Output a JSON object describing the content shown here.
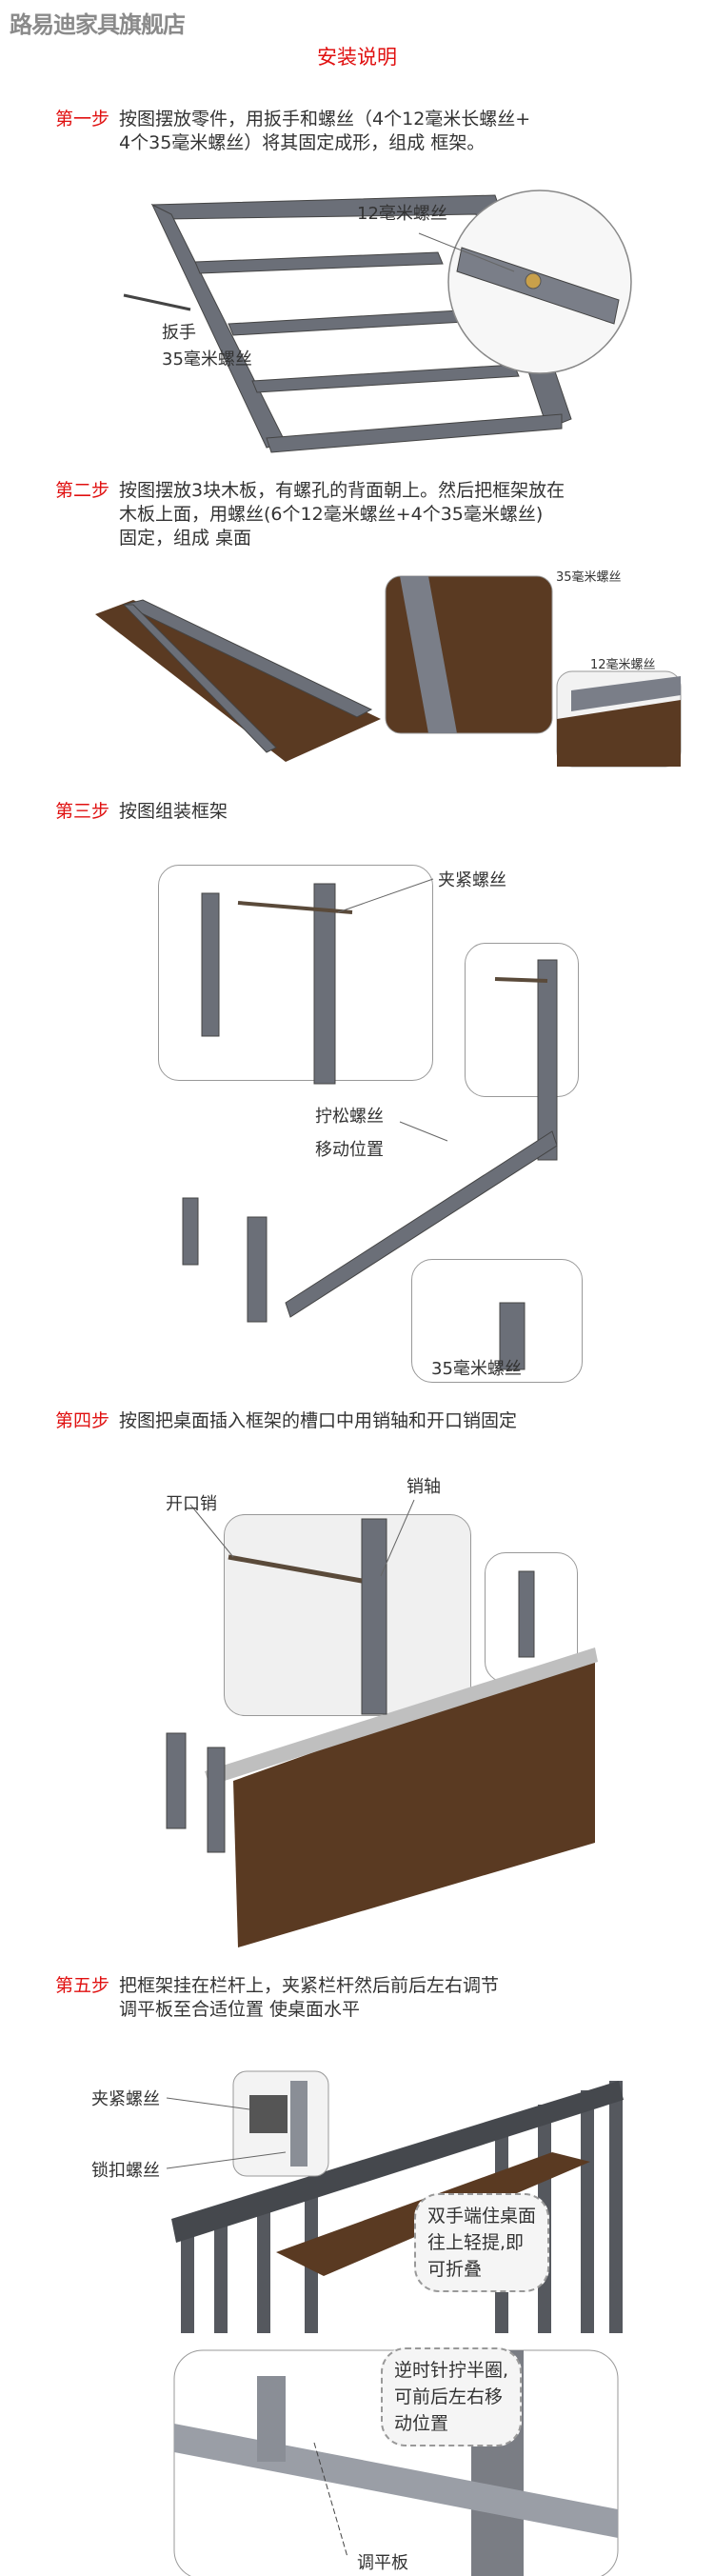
{
  "logo": "路易迪家具旗舰店",
  "title": "安装说明",
  "steps": [
    {
      "label": "第一步",
      "text": "按图摆放零件，用扳手和螺丝（4个12毫米长螺丝+\n4个35毫米螺丝）将其固定成形，组成  框架。",
      "callouts": [
        "12毫米螺丝",
        "扳手",
        "35毫米螺丝"
      ]
    },
    {
      "label": "第二步",
      "text": "按图摆放3块木板，有螺孔的背面朝上。然后把框架放在\n木板上面，用螺丝(6个12毫米螺丝+4个35毫米螺丝)\n固定，组成  桌面",
      "callouts": [
        "35毫米螺丝",
        "12毫米螺丝"
      ]
    },
    {
      "label": "第三步",
      "text": "按图组装框架",
      "callouts": [
        "夹紧螺丝",
        "拧松螺丝",
        "移动位置",
        "35毫米螺丝"
      ]
    },
    {
      "label": "第四步",
      "text": "按图把桌面插入框架的槽口中用销轴和开口销固定",
      "callouts": [
        "开口销",
        "销轴"
      ]
    },
    {
      "label": "第五步",
      "text": "把框架挂在栏杆上，夹紧栏杆然后前后左右调节\n调平板至合适位置 使桌面水平",
      "callouts": [
        "夹紧螺丝",
        "锁扣螺丝",
        "双手端住桌面\n往上轻提,即\n可折叠",
        "逆时针拧半圈,\n可前后左右移\n动位置",
        "调平板"
      ]
    }
  ],
  "colors": {
    "accent": "#e01010",
    "metal": "#6b6f78",
    "wood": "#5a3a22"
  }
}
